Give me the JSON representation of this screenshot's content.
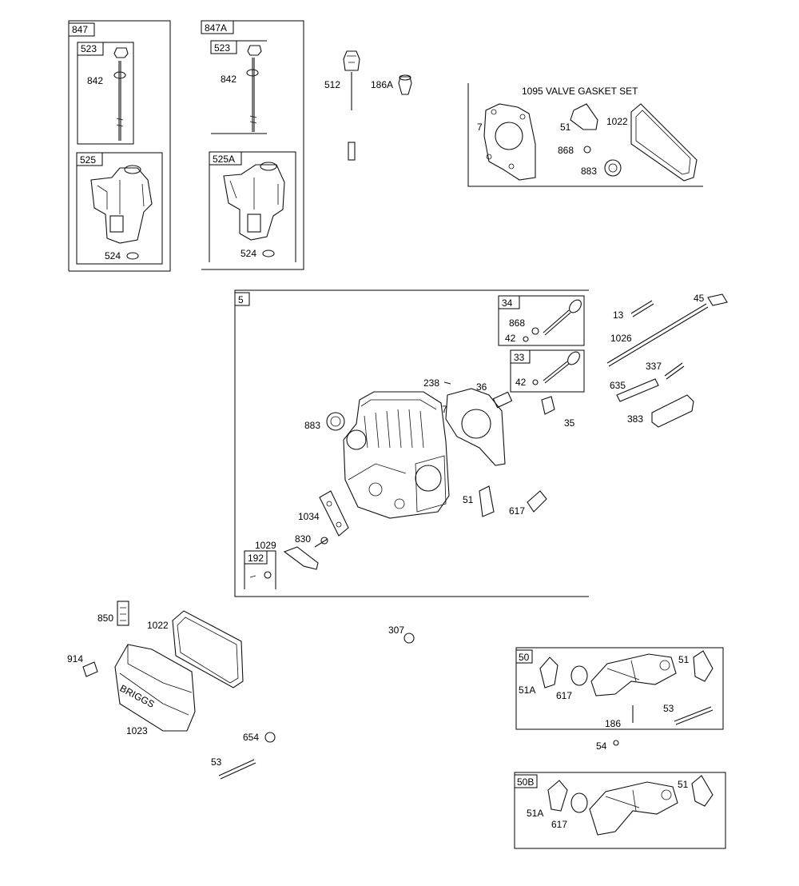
{
  "groups": {
    "g847": "847",
    "g847a": "847A",
    "g523": "523",
    "g523b": "523",
    "g525": "525",
    "g525a": "525A",
    "valve_set": "1095 VALVE GASKET SET",
    "g5": "5",
    "g34": "34",
    "g33": "33",
    "g192": "192",
    "g50": "50",
    "g50b": "50B"
  },
  "callouts": {
    "c842a": "842",
    "c524a": "524",
    "c842b": "842",
    "c524b": "524",
    "c512": "512",
    "c186a": "186A",
    "vs7": "7",
    "vs51": "51",
    "vs1022": "1022",
    "vs868": "868",
    "vs883": "883",
    "c868": "868",
    "c42a": "42",
    "c42b": "42",
    "c13": "13",
    "c45": "45",
    "c1026": "1026",
    "c337": "337",
    "c635": "635",
    "c383": "383",
    "c238": "238",
    "c36": "36",
    "c7": "7",
    "c35": "35",
    "c883": "883",
    "c1034": "1034",
    "c51": "51",
    "c617": "617",
    "c830": "830",
    "c1029": "1029",
    "c850": "850",
    "c1022": "1022",
    "c914": "914",
    "c1023": "1023",
    "c307": "307",
    "c654": "654",
    "c53": "53",
    "p51a": "51A",
    "p617": "617",
    "p51": "51",
    "p53": "53",
    "p186": "186",
    "p54": "54",
    "q51a": "51A",
    "q617": "617",
    "q51": "51"
  },
  "cover_text": "BRIGGS"
}
